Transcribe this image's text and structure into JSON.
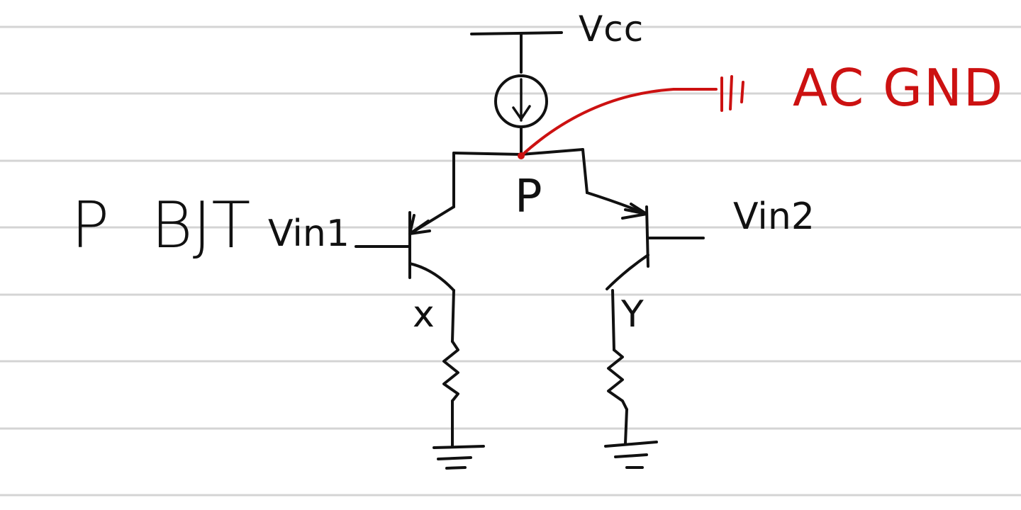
{
  "colors": {
    "ink": "#111111",
    "red_ink": "#cc1111",
    "ruled_line": "#d4d4d4",
    "background": "#ffffff"
  },
  "labels": {
    "vcc": "Vcc",
    "ac_gnd": "AC GND",
    "p_bjt": "P BJT",
    "vin1": "Vin1",
    "vin2": "Vin2",
    "node_p": "P",
    "node_x": "x",
    "node_y": "Y"
  }
}
